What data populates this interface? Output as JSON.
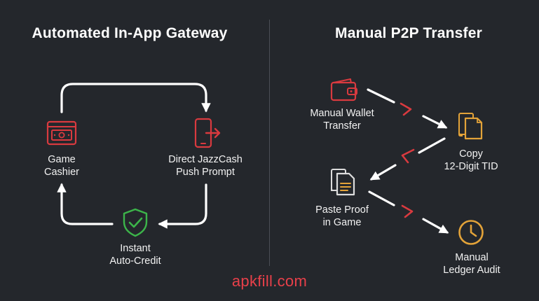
{
  "left_panel": {
    "title": "Automated In-App Gateway",
    "nodes": [
      {
        "id": "cashier",
        "line1": "Game",
        "line2": "Cashier",
        "icon": "cashier-icon"
      },
      {
        "id": "push",
        "line1": "Direct JazzCash",
        "line2": "Push Prompt",
        "icon": "phone-push-icon"
      },
      {
        "id": "credit",
        "line1": "Instant",
        "line2": "Auto-Credit",
        "icon": "shield-check-icon"
      }
    ]
  },
  "right_panel": {
    "title": "Manual P2P Transfer",
    "nodes": [
      {
        "id": "wallet",
        "line1": "Manual Wallet",
        "line2": "Transfer",
        "icon": "wallet-icon"
      },
      {
        "id": "copy",
        "line1": "Copy",
        "line2": "12-Digit TID",
        "icon": "copy-documents-icon"
      },
      {
        "id": "paste",
        "line1": "Paste Proof",
        "line2": "in Game",
        "icon": "paste-document-icon"
      },
      {
        "id": "audit",
        "line1": "Manual",
        "line2": "Ledger Audit",
        "icon": "clock-icon"
      }
    ]
  },
  "brand": "apkfill.com",
  "colors": {
    "background": "#24272c",
    "red": "#d93a3f",
    "green": "#3cb54a",
    "orange": "#e3a339",
    "white": "#ffffff"
  }
}
